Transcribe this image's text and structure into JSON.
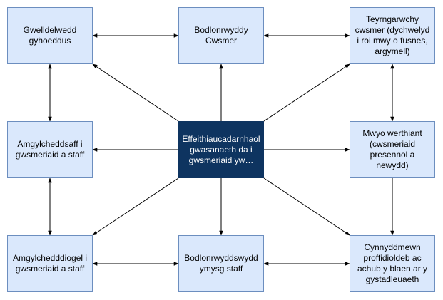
{
  "colors": {
    "node_fill": "#dae8fc",
    "node_border": "#6c8ebf",
    "center_fill": "#0e3460",
    "center_text": "#ffffff",
    "edge": "#000000"
  },
  "nodes": {
    "center": "Effeithiaucadarnhaol gwasanaeth da i gwsmeriaid yw…",
    "top_left": "Gwelldelwedd gyhoeddus",
    "top_middle": "Bodlonrwyddy Cwsmer",
    "top_right": "Teyrngarwchy cwsmer (dychwelyd i roi mwy o fusnes, argymell)",
    "middle_left": "Amgylcheddsaff i gwsmeriaid a staff",
    "middle_right": "Mwyo werthiant (cwsmeriaid presennol a newydd)",
    "bottom_left": "Amgylchedddiogel i gwsmeriaid a staff",
    "bottom_middle": "Bodlonrwyddswydd ymysg staff",
    "bottom_right": "Cynnyddmewn proffidioldeb ac achub y blaen ar y gystadleuaeth"
  }
}
